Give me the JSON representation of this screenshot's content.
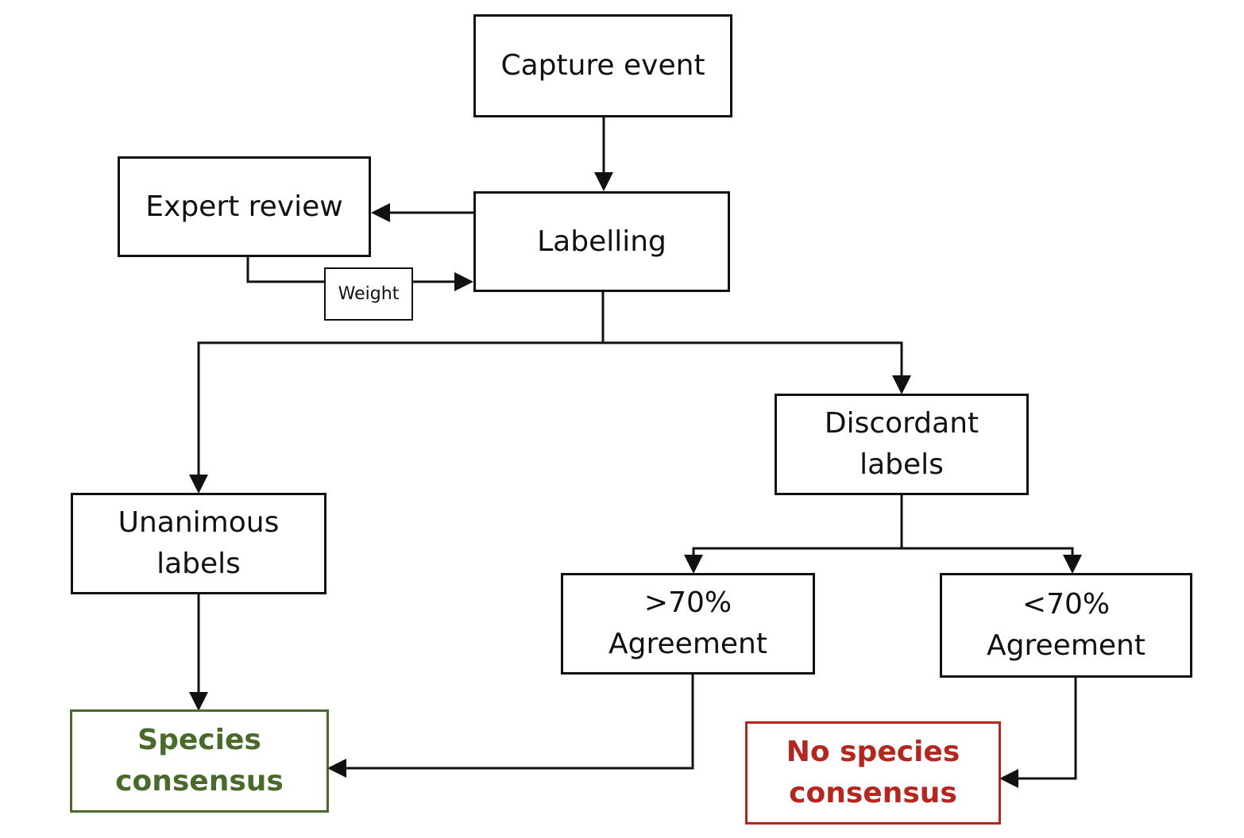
{
  "nodes": {
    "capture_event": "Capture event",
    "expert_review": "Expert review",
    "labelling": "Labelling",
    "weight": "Weight",
    "discordant": [
      "Discordant",
      "labels"
    ],
    "unanimous": [
      "Unanimous",
      "labels"
    ],
    "above70": [
      ">70%",
      "Agreement"
    ],
    "below70": [
      "<70%",
      "Agreement"
    ],
    "species_consensus": [
      "Species",
      "consensus"
    ],
    "no_species_consensus": [
      "No species",
      "consensus"
    ]
  },
  "colors": {
    "line": "#111111",
    "consensus": "#4a6a2c",
    "no_consensus": "#b3271e"
  }
}
